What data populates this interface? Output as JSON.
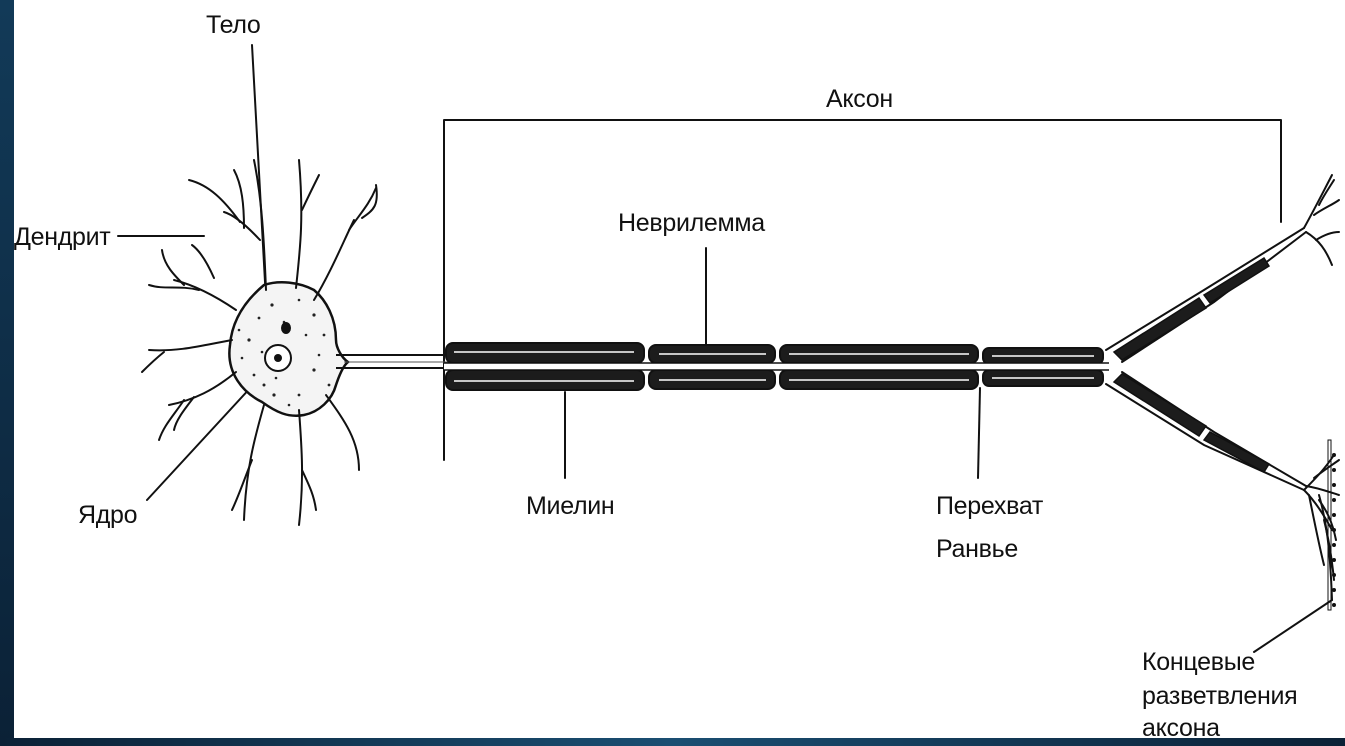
{
  "labels": {
    "body": "Тело",
    "axon": "Аксон",
    "dendrite": "Дендрит",
    "neurilemma": "Неврилемма",
    "nucleus": "Ядро",
    "myelin": "Миелин",
    "node_line1": "Перехват",
    "node_line2": "Ранвье",
    "terminals_line1": "Концевые",
    "terminals_line2": "разветвления",
    "terminals_line3": "аксона"
  },
  "colors": {
    "frame": "#0f2d44",
    "background": "#ffffff",
    "ink": "#111111"
  }
}
